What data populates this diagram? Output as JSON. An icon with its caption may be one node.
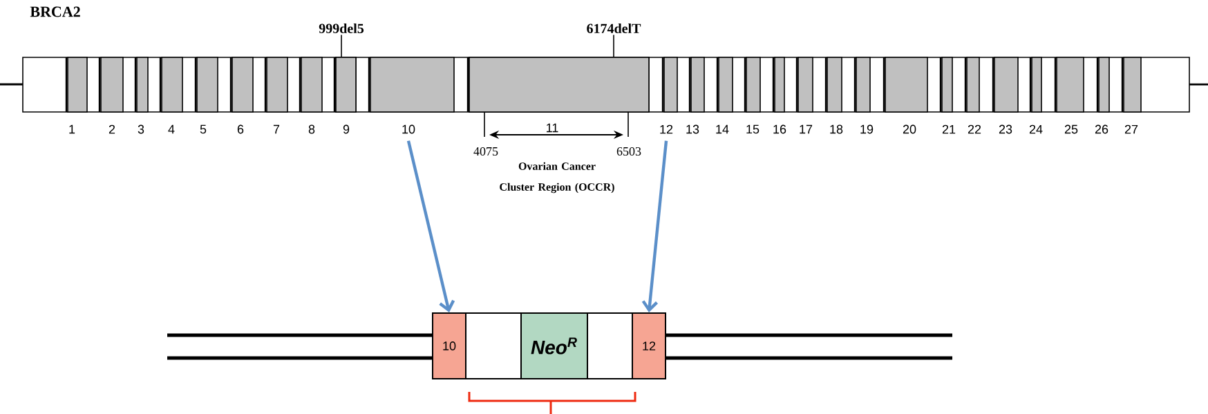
{
  "diagram": {
    "title": "BRCA2",
    "nodes": [
      {
        "text": [
          "999del5"
        ]
      },
      {
        "text": [
          "6174delT"
        ]
      },
      {
        "text": [
          "10"
        ]
      },
      {
        "text": [
          "12"
        ]
      },
      {
        "text": [
          "10"
        ]
      },
      {
        "text": [],
        "shape": "box"
      },
      {
        "text": [
          "Neo$^{R}$"
        ]
      },
      {
        "text": [],
        "shape": "box"
      },
      {
        "text": [
          "12"
        ]
      },
      {
        "text": [],
        "shape": "box"
      },
      {
        "text": [],
        "shape": "box"
      }
    ],
    "edges": [
      {
        "from": 0,
        "to": 9,
        "arrow": "none"
      },
      {
        "from": 1,
        "to": 10,
        "arrow": "none"
      },
      {
        "from": 2,
        "to": 4,
        "arrow": "to",
        "style": "thick",
        "color": "#5b8fc9"
      },
      {
        "from": 3,
        "to": 8,
        "arrow": "to",
        "style": "thick",
        "color": "#5b8fc9"
      }
    ],
    "labels": [
      "1",
      "2",
      "3",
      "4",
      "5",
      "6",
      "7",
      "8",
      "9",
      "11",
      "13",
      "14",
      "15",
      "16",
      "17",
      "18",
      "19",
      "20",
      "21",
      "22",
      "23",
      "24",
      "25",
      "26",
      "27",
      "4075",
      "6503",
      "Ovarian Cancer Cluster Region (OCCR)"
    ]
  }
}
